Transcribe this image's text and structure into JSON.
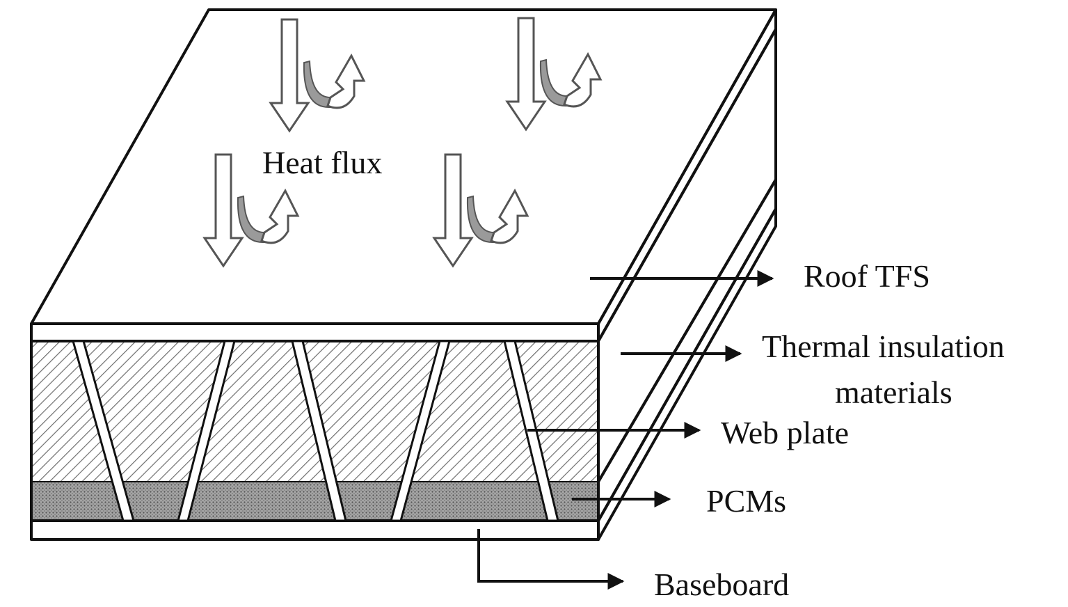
{
  "figure": {
    "labels": {
      "heat_flux": "Heat flux",
      "roof_tfs": "Roof TFS",
      "thermal_insulation_line1": "Thermal insulation",
      "thermal_insulation_line2": "materials",
      "web_plate": "Web plate",
      "pcms": "PCMs",
      "baseboard": "Baseboard"
    },
    "colors": {
      "outline": "#111111",
      "hatch": "#6e6e6e",
      "pcm_fill": "#9a9a9a",
      "background": "#ffffff"
    },
    "icons": [
      "heat-flux-arrow-icon",
      "arrow-right-icon"
    ]
  }
}
